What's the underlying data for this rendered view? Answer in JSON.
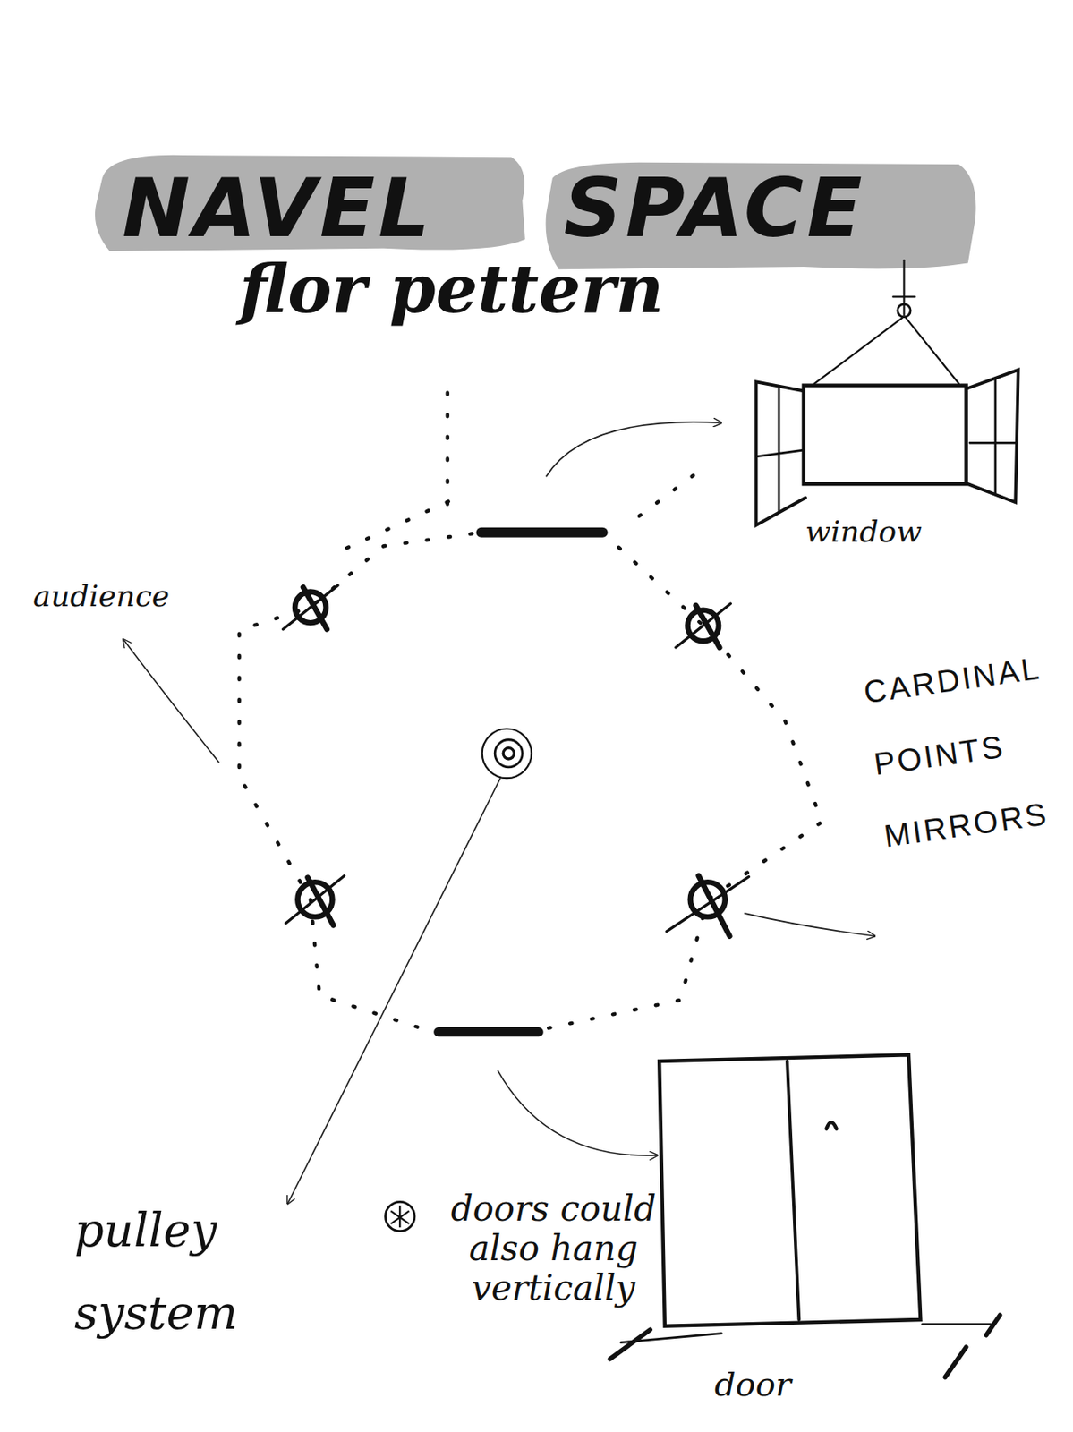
{
  "diagram": {
    "title": "NAVEL SPACE",
    "labels": [
      "flor pettern",
      "window",
      "audience",
      "CARDINAL POINTS MIRRORS",
      "pulley system",
      "doors could also hang vertically",
      "door"
    ]
  }
}
